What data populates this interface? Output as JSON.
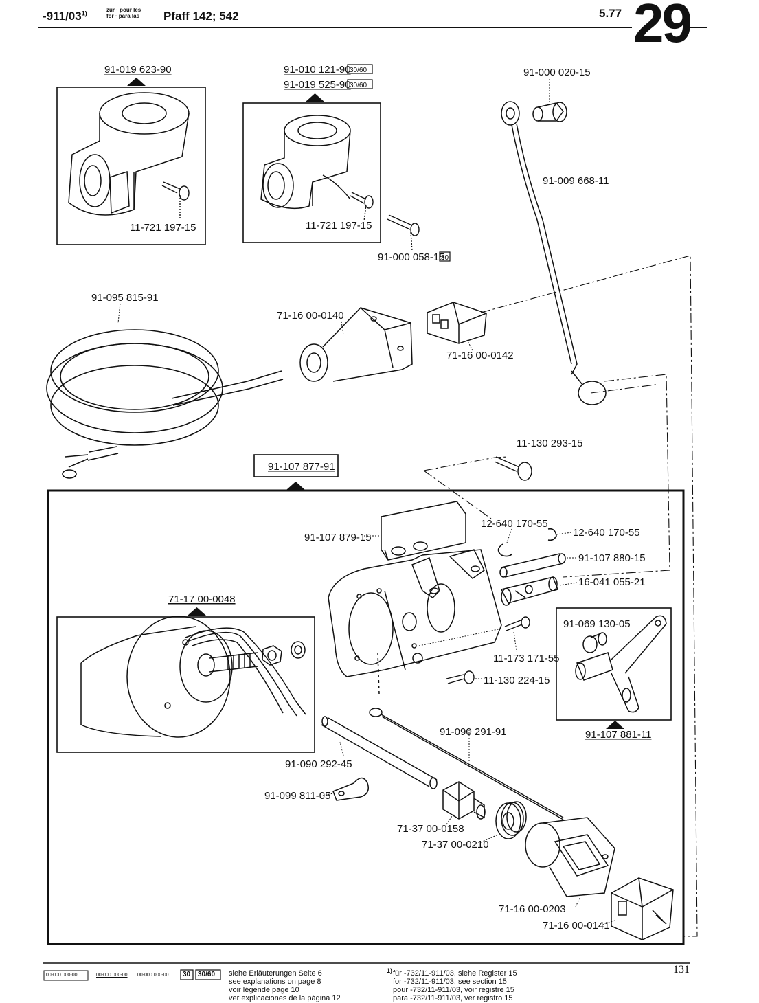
{
  "header": {
    "doc_code": "-911/03",
    "doc_code_sup": "1)",
    "lang_line1": "zur · pour les",
    "lang_line2": "for · para las",
    "model": "Pfaff 142; 542",
    "date": "5.77",
    "section_number": "29"
  },
  "parts": {
    "p_91019623_90": "91-019 623-90",
    "p_91010121_90": "91-010 121-90",
    "p_91019525_90": "91-019 525-90",
    "p_91000020_15": "91-000 020-15",
    "p_91009668_11": "91-009 668-11",
    "p_11721197_15_a": "11-721 197-15",
    "p_11721197_15_b": "11-721 197-15",
    "p_91000058_15": "91-000 058-15",
    "p_91095815_91": "91-095 815-91",
    "p_71160_0140": "71-16 00-0140",
    "p_71160_0142": "71-16 00-0142",
    "p_11130293_15": "11-130 293-15",
    "p_91107877_91": "91-107 877-91",
    "p_91107879_15": "91-107 879-15",
    "p_12640170_55_a": "12-640 170-55",
    "p_12640170_55_b": "12-640 170-55",
    "p_91107880_15": "91-107 880-15",
    "p_16041055_21": "16-041 055-21",
    "p_71170_0048": "71-17 00-0048",
    "p_91069130_05": "91-069 130-05",
    "p_11173171_55": "11-173 171-55",
    "p_11130224_15": "11-130 224-15",
    "p_91107881_11": "91-107 881-11",
    "p_91090291_91": "91-090 291-91",
    "p_91090292_45": "91-090 292-45",
    "p_91099811_05": "91-099 811-05",
    "p_71370_0158": "71-37 00-0158",
    "p_71370_0210": "71-37 00-0210",
    "p_71160_0203": "71-16 00-0203",
    "p_71160_0141": "71-16 00-0141"
  },
  "badges": {
    "b_3060_a": "30/60",
    "b_3060_b": "30/60",
    "b_30": "30"
  },
  "footer": {
    "legend_box1": "00-000 000-00",
    "legend_u1": "00-000 000-00",
    "legend_plain": "00-000 000-00",
    "legend_30": "30",
    "legend_3060": "30/60",
    "expl_de": "siehe Erläuterungen Seite 6",
    "expl_en": "see explanations on page 8",
    "expl_fr": "voir légende page 10",
    "expl_es": "ver explicaciones de la página 12",
    "note_mark": "1)",
    "note_de": "für   -732/11-911/03, siehe Register 15",
    "note_en": "for   -732/11-911/03, see section 15",
    "note_fr": "pour -732/11-911/03, voir registre 15",
    "note_es": "para -732/11-911/03, ver registro 15",
    "page_number": "131"
  }
}
